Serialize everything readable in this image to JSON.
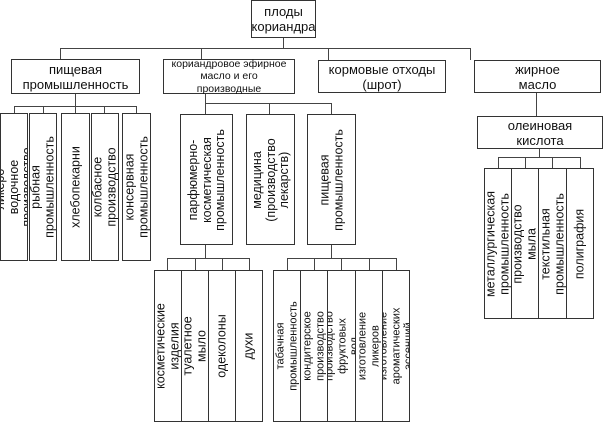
{
  "diagram": {
    "root": {
      "label": "плоды\nкориандра"
    },
    "level1": [
      {
        "label": "пищевая\nпромышленность",
        "children": [
          "ликеро-водочное\nпроизводство",
          "рыбная\nпромышленность",
          "хлебопекарни",
          "колбасное\nпроизводство",
          "консервная\nпромышленность"
        ]
      },
      {
        "label": "кориандровое эфирное\nмасло и его\nпроизводные",
        "children": [
          {
            "label": "парфюмерно-\nкосметическая\nпромышленность",
            "children": [
              "косметические\nизделия",
              "туалетное\nмыло",
              "одеколоны",
              "духи"
            ]
          },
          {
            "label": "медицина\n(производство\nлекарств)"
          },
          {
            "label": "пищевая\nпромышленность",
            "children": [
              "табачная\nпромышленность",
              "кондитерское\nпроизводство",
              "производство\nфруктовых вод",
              "изготовление\nликеров",
              "изготовление\nароматических эссенций"
            ]
          }
        ]
      },
      {
        "label": "кормовые отходы\n(шрот)"
      },
      {
        "label": "жирное\nмасло",
        "children": [
          {
            "label": "олеиновая\nкислота",
            "children": [
              "металлургическая\nпромышленность",
              "производство\nмыла",
              "текстильная\nпромышленность",
              "полиграфия"
            ]
          }
        ]
      }
    ]
  }
}
